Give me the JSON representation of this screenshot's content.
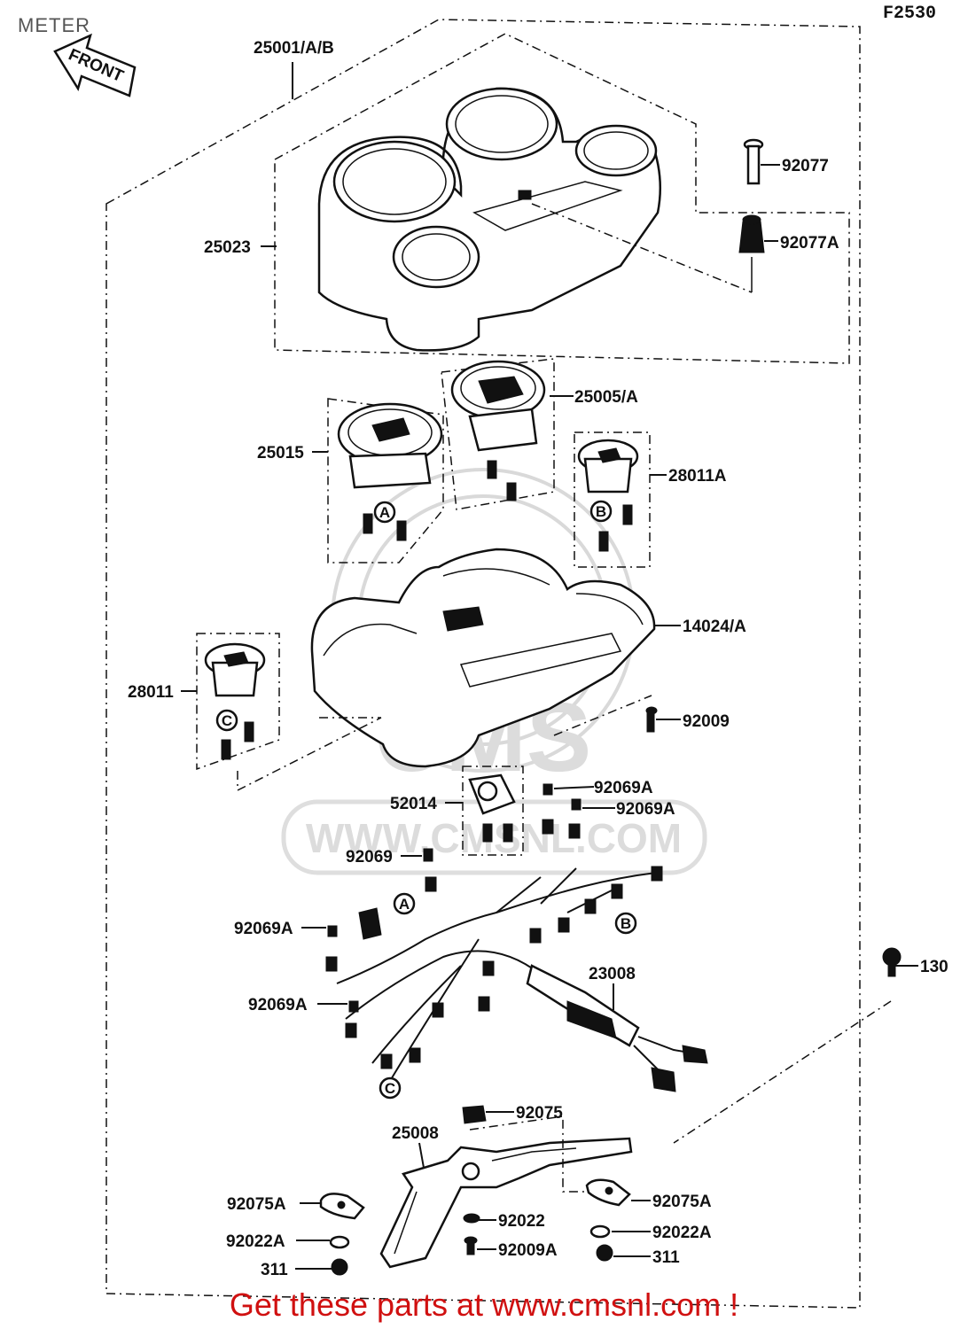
{
  "page_title": "METER",
  "figure_code": "F2530",
  "front_arrow_text": "FRONT",
  "watermark": {
    "logo": "CMS",
    "url": "WWW.CMSNL.COM"
  },
  "banner": "Get these parts at www.cmsnl.com !",
  "callout_marks": {
    "a": "A",
    "b": "B",
    "c": "C"
  },
  "parts": [
    "25001/A/B",
    "92077",
    "25023",
    "92077A",
    "25005/A",
    "25015",
    "28011A",
    "14024/A",
    "28011",
    "92009",
    "92069A",
    "92069A",
    "52014",
    "92069",
    "92069A",
    "23008",
    "130",
    "92069A",
    "92075",
    "25008",
    "92075A",
    "92075A",
    "92022",
    "92022A",
    "92022A",
    "311",
    "92009A",
    "311"
  ]
}
